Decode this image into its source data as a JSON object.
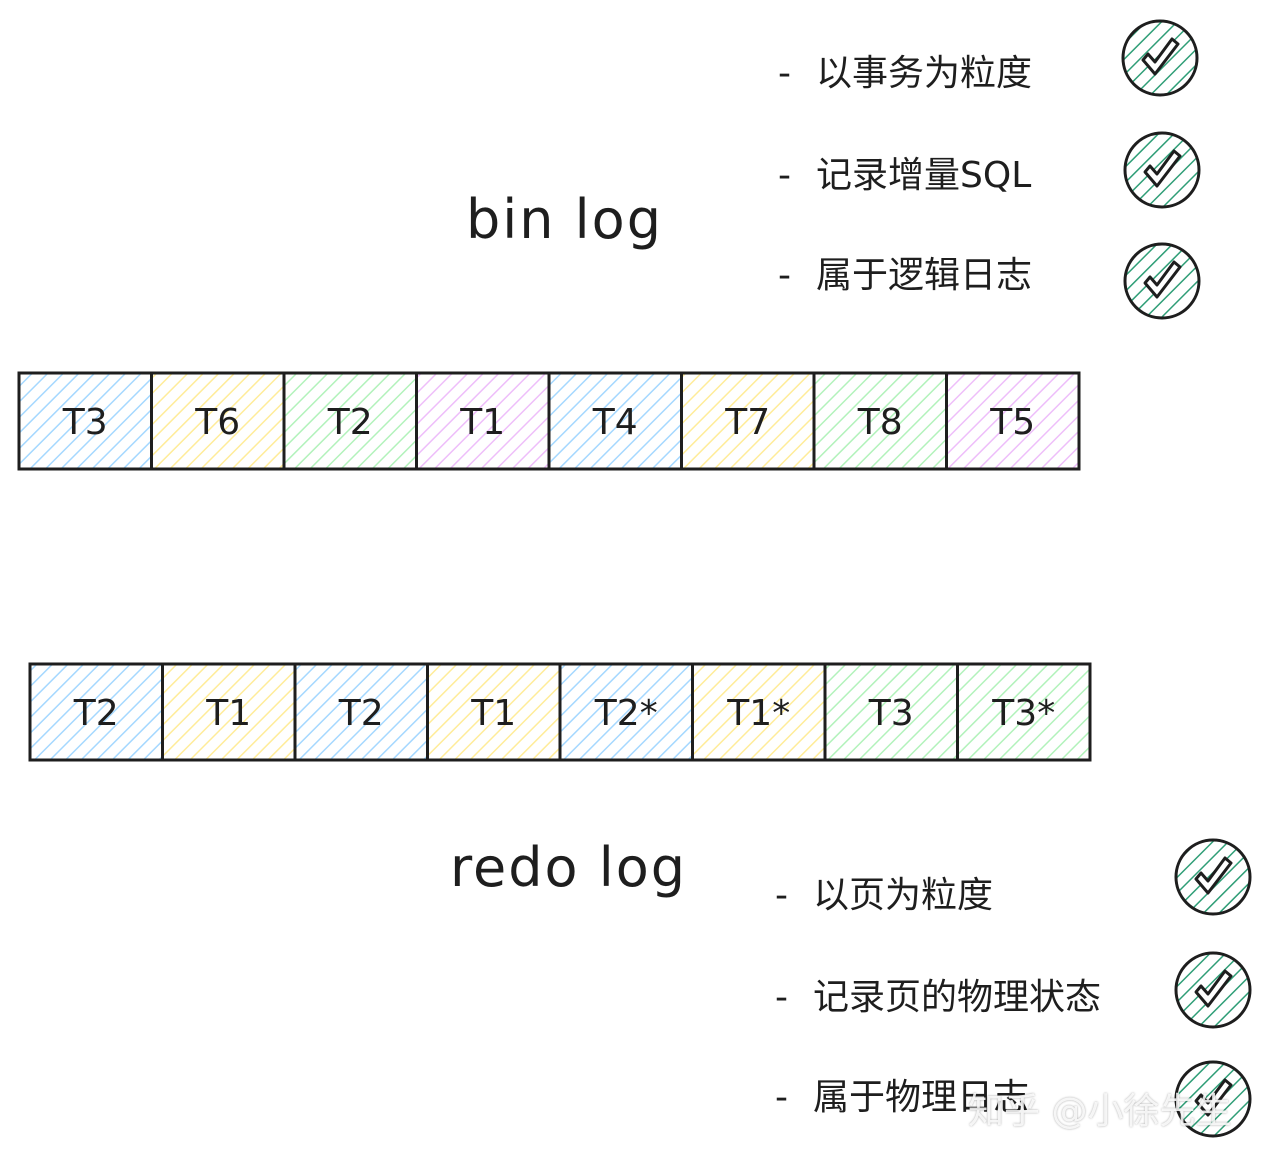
{
  "binlog": {
    "title": "bin log",
    "properties": [
      "以事务为粒度",
      "记录增量SQL",
      "属于逻辑日志"
    ],
    "cells": [
      {
        "label": "T3",
        "color": "#a5d8ff"
      },
      {
        "label": "T6",
        "color": "#ffec99"
      },
      {
        "label": "T2",
        "color": "#b2f2bb"
      },
      {
        "label": "T1",
        "color": "#eebefa"
      },
      {
        "label": "T4",
        "color": "#a5d8ff"
      },
      {
        "label": "T7",
        "color": "#ffec99"
      },
      {
        "label": "T8",
        "color": "#b2f2bb"
      },
      {
        "label": "T5",
        "color": "#eebefa"
      }
    ]
  },
  "redolog": {
    "title": "redo log",
    "properties": [
      "以页为粒度",
      "记录页的物理状态",
      "属于物理日志"
    ],
    "cells": [
      {
        "label": "T2",
        "color": "#a5d8ff"
      },
      {
        "label": "T1",
        "color": "#ffec99"
      },
      {
        "label": "T2",
        "color": "#a5d8ff"
      },
      {
        "label": "T1",
        "color": "#ffec99"
      },
      {
        "label": "T2*",
        "color": "#a5d8ff"
      },
      {
        "label": "T1*",
        "color": "#ffec99"
      },
      {
        "label": "T3",
        "color": "#b2f2bb"
      },
      {
        "label": "T3*",
        "color": "#b2f2bb"
      }
    ]
  },
  "bullet_dash": "-",
  "check_icon": "check-circle-icon",
  "check_color": "#2f9e77",
  "watermark": "知乎 @小徐先生"
}
